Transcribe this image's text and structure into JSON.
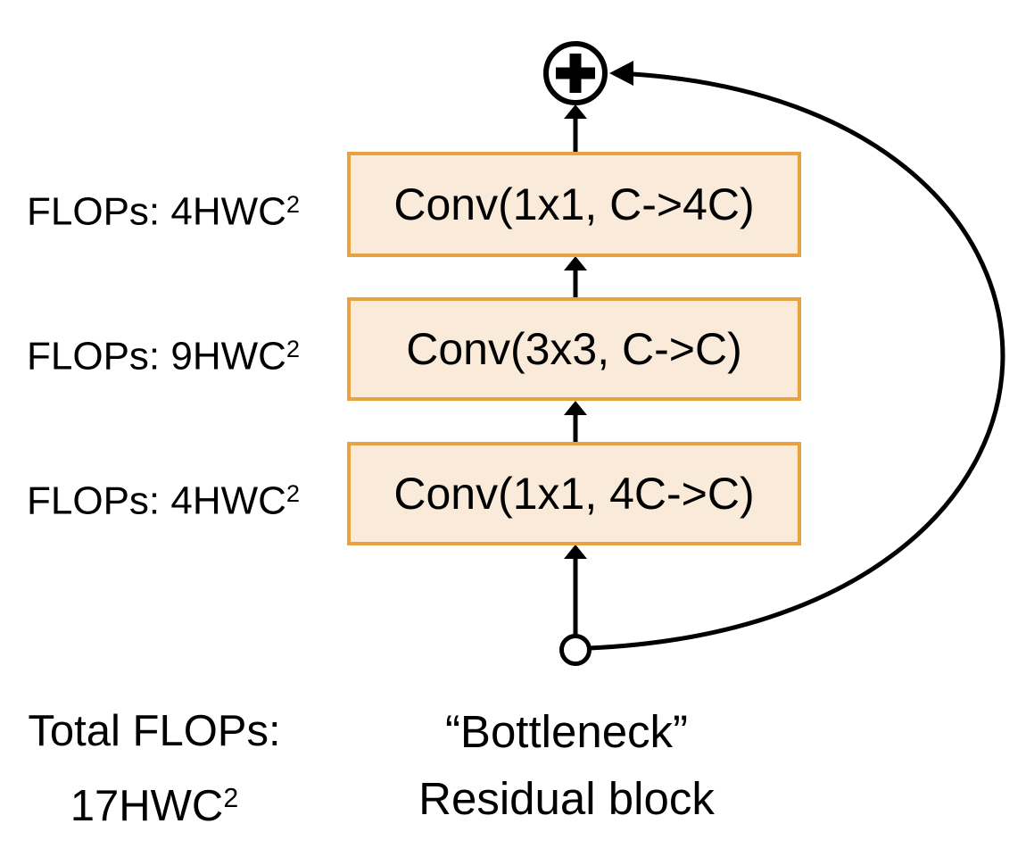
{
  "diagram": {
    "flops_labels": [
      {
        "text": "FLOPs: 4HWC",
        "sup": "2"
      },
      {
        "text": "FLOPs: 9HWC",
        "sup": "2"
      },
      {
        "text": "FLOPs: 4HWC",
        "sup": "2"
      }
    ],
    "conv_blocks": [
      {
        "label": "Conv(1x1, C->4C)"
      },
      {
        "label": "Conv(3x3, C->C)"
      },
      {
        "label": "Conv(1x1, 4C->C)"
      }
    ],
    "footer": {
      "total_label": "Total FLOPs:",
      "total_value": "17HWC",
      "total_value_sup": "2",
      "block_line1": "“Bottleneck”",
      "block_line2": "Residual block"
    },
    "icons": {
      "add_node": "plus-icon",
      "input_node": "input-node-circle"
    },
    "colors": {
      "box_fill": "#F9EADA",
      "box_border": "#E8A13E",
      "line": "#000000",
      "background": "#FFFFFF",
      "text": "#000000"
    }
  }
}
